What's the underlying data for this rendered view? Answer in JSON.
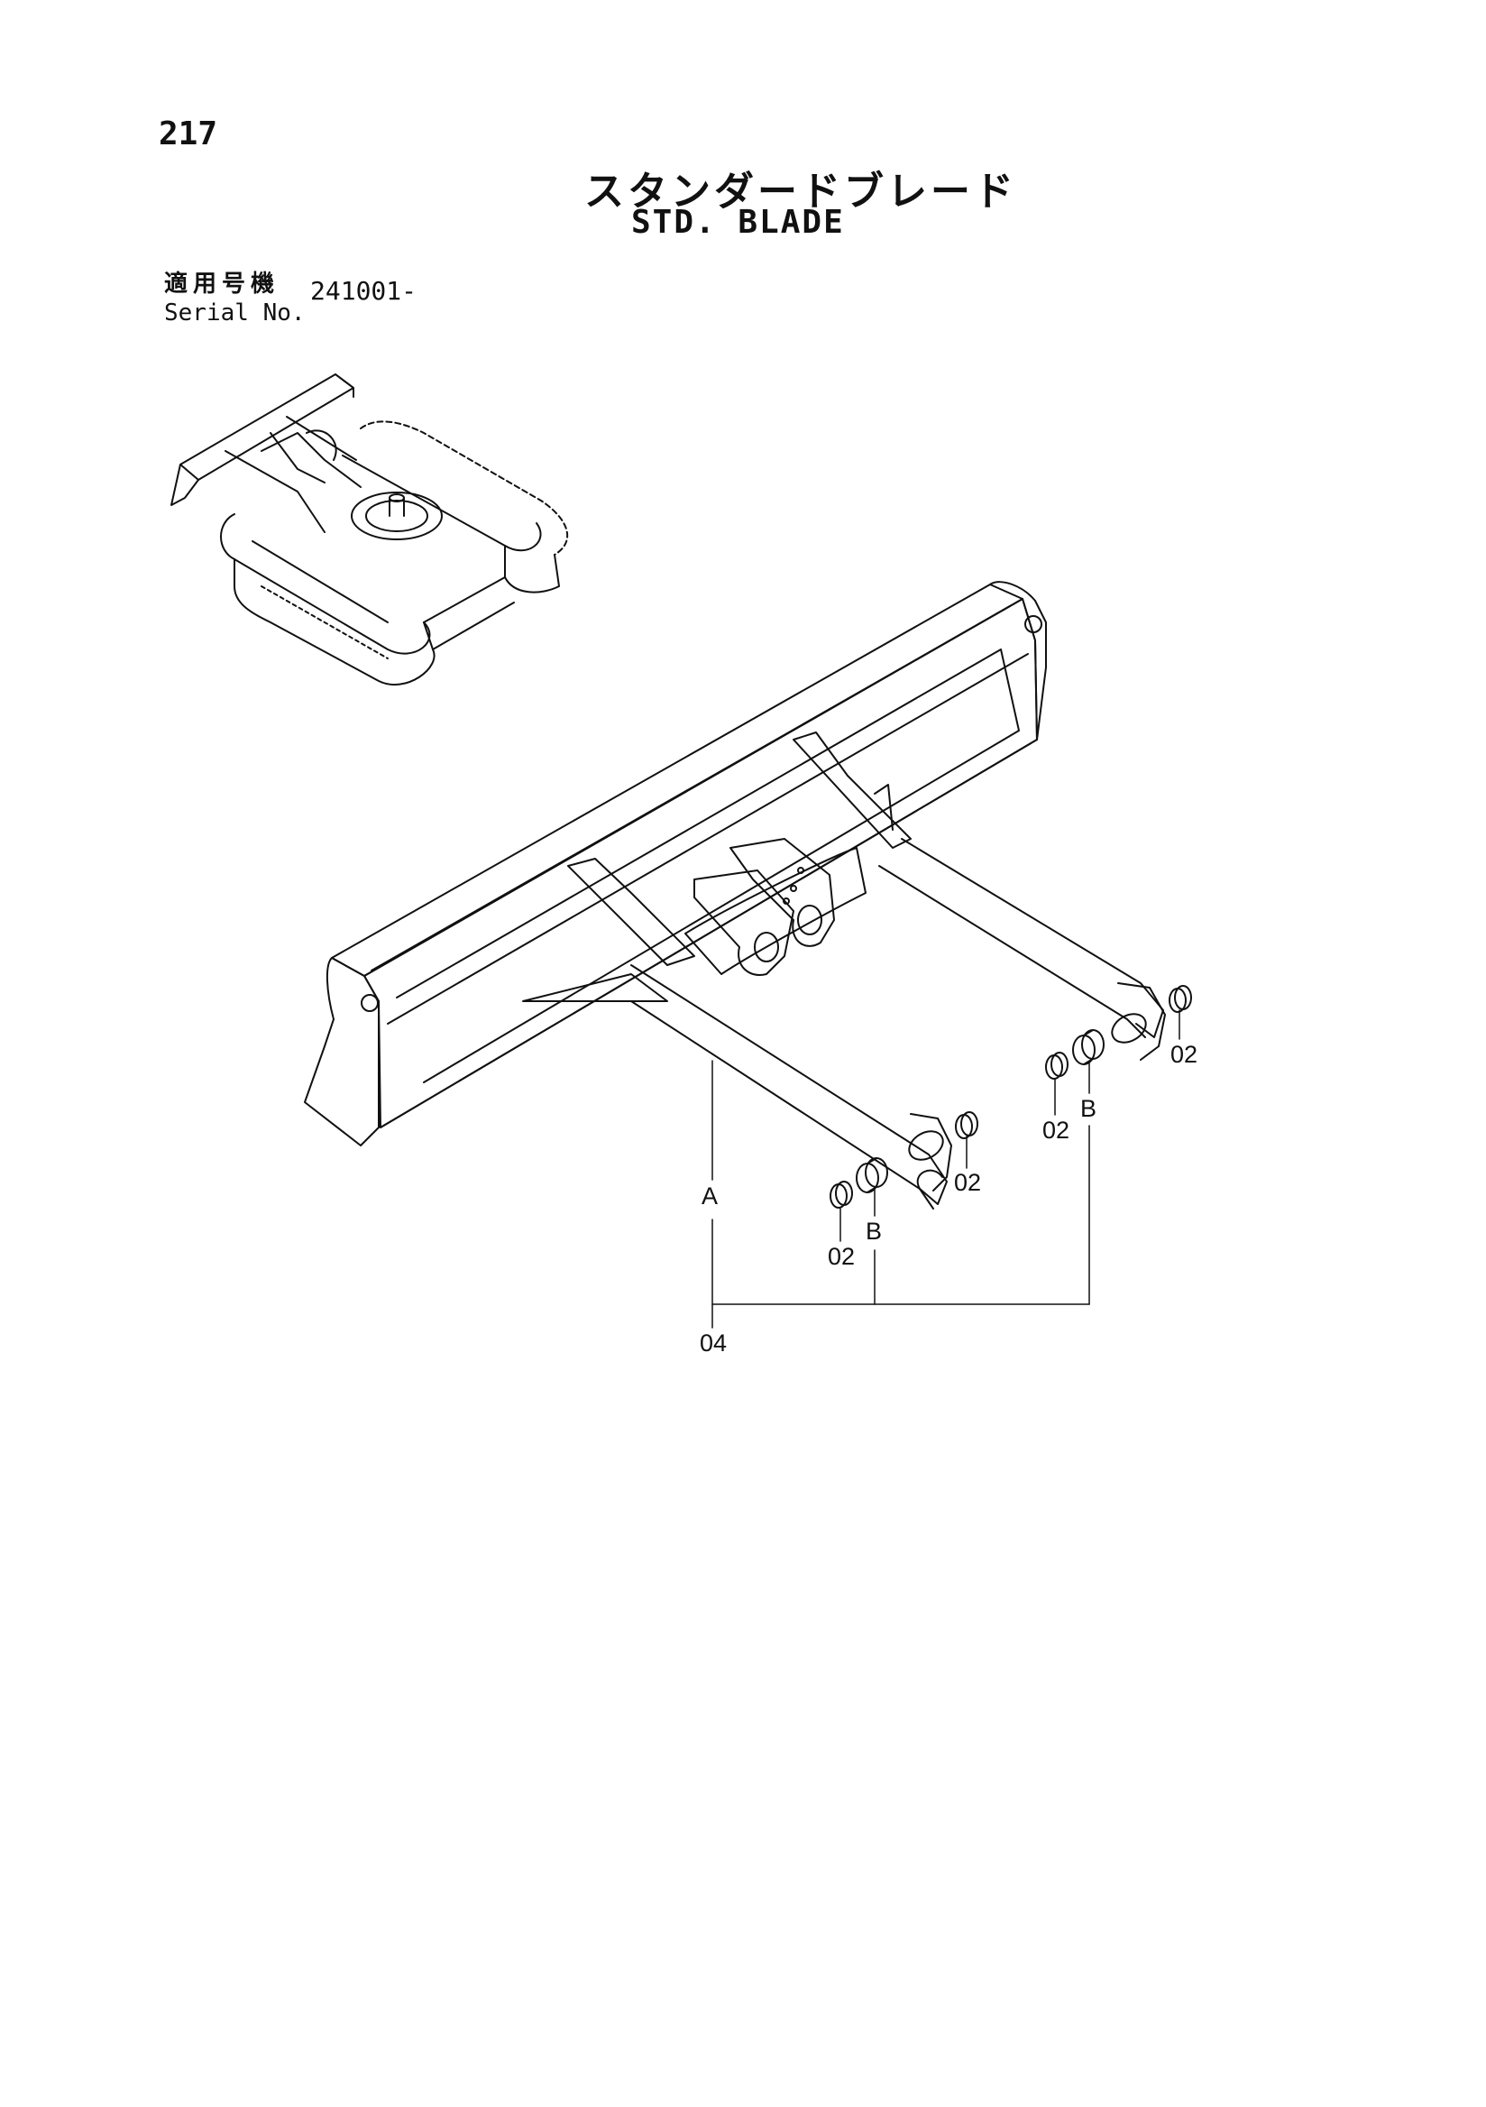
{
  "header": {
    "page_number": "217",
    "title_jp": "スタンダードブレード",
    "title_en": "STD. BLADE",
    "serial_label_jp": "適用号機",
    "serial_label_en": "Serial No.",
    "serial_value": "241001-"
  },
  "callouts": {
    "a": "A",
    "b_left": "B",
    "b_right": "B",
    "ring_left_inner": "02",
    "ring_left_outer": "02",
    "ring_right_inner": "02",
    "ring_right_outer": "02",
    "assembly": "04"
  },
  "colors": {
    "line": "#111111",
    "background": "#ffffff"
  }
}
